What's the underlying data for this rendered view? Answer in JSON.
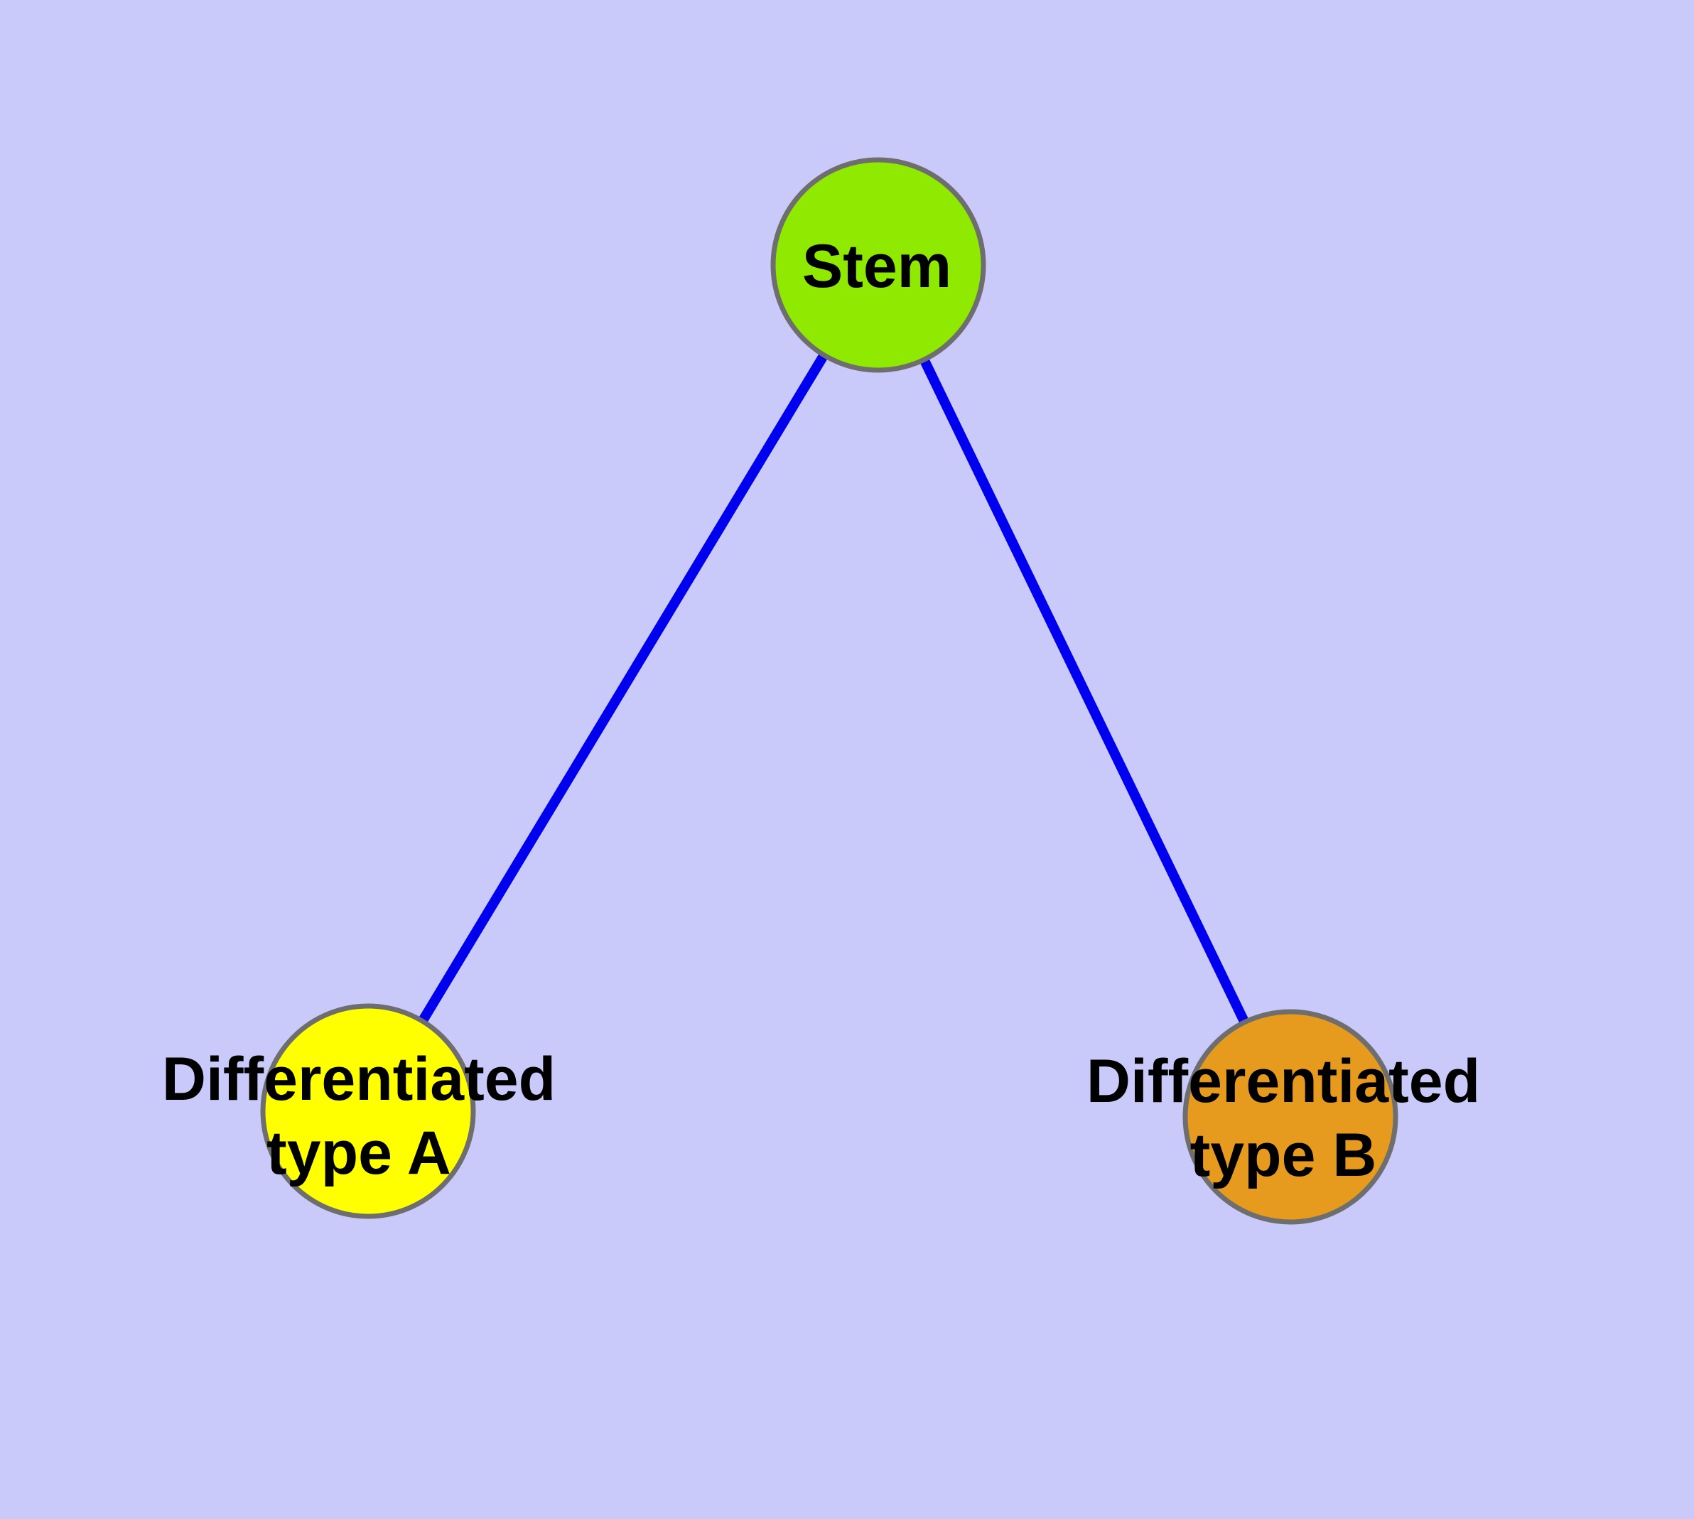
{
  "canvas": {
    "background_color": "#CACAFA"
  },
  "graph": {
    "type": "node-link-diagram",
    "node_border_color": "#6E6E6E",
    "label_color": "#000000",
    "edge_color": "#0000EE",
    "nodes": [
      {
        "id": "stem",
        "label": "Stem",
        "fill": "#8FE900"
      },
      {
        "id": "differentiated-type-a",
        "label_line1": "Differentiated",
        "label_line2": "type A",
        "fill": "#FFFF00"
      },
      {
        "id": "differentiated-type-b",
        "label_line1": "Differentiated",
        "label_line2": "type B",
        "fill": "#E69B1E"
      }
    ],
    "edges": [
      {
        "from": "stem",
        "to": "differentiated-type-a",
        "color": "#0000EE"
      },
      {
        "from": "stem",
        "to": "differentiated-type-b",
        "color": "#0000EE"
      }
    ]
  }
}
